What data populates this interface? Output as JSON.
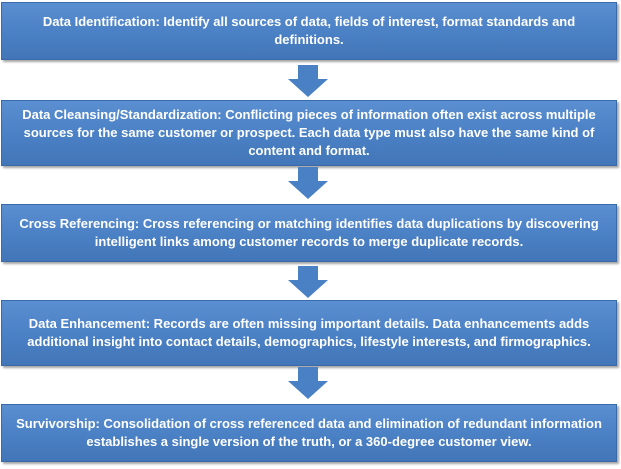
{
  "steps": [
    {
      "text": "Data Identification: Identify all sources of data, fields of interest, format standards and definitions."
    },
    {
      "text": "Data Cleansing/Standardization: Conflicting pieces of information often exist across multiple sources for the same customer or prospect. Each data type must also have the same kind of content and format."
    },
    {
      "text": "Cross Referencing: Cross referencing or matching identifies data duplications by discovering intelligent links among customer records to merge duplicate records."
    },
    {
      "text": "Data Enhancement: Records are often missing  important details. Data enhancements adds additional insight into contact details, demographics, lifestyle interests, and firmographics."
    },
    {
      "text": "Survivorship: Consolidation of cross referenced data and elimination of redundant information establishes a single version of the truth, or a 360-degree customer view."
    }
  ],
  "colors": {
    "box": "#4a80c4",
    "arrow": "#4a80c4",
    "text": "#ffffff"
  }
}
